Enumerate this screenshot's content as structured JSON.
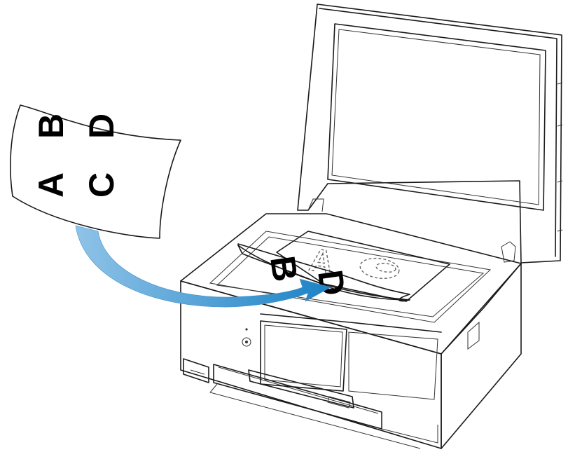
{
  "illustration": {
    "document_letters": [
      "A",
      "B",
      "C",
      "D"
    ],
    "colors": {
      "arrow_start": "#8fc3e8",
      "arrow_end": "#1b82c5",
      "outline": "#1a1a1a",
      "paper": "#ffffff",
      "panel_shadow": "#e6e6e6"
    },
    "icons": [
      "document-sheet",
      "curved-arrow",
      "printer-scanner",
      "scanner-lid",
      "platen-glass",
      "touch-panel",
      "power-button"
    ]
  }
}
